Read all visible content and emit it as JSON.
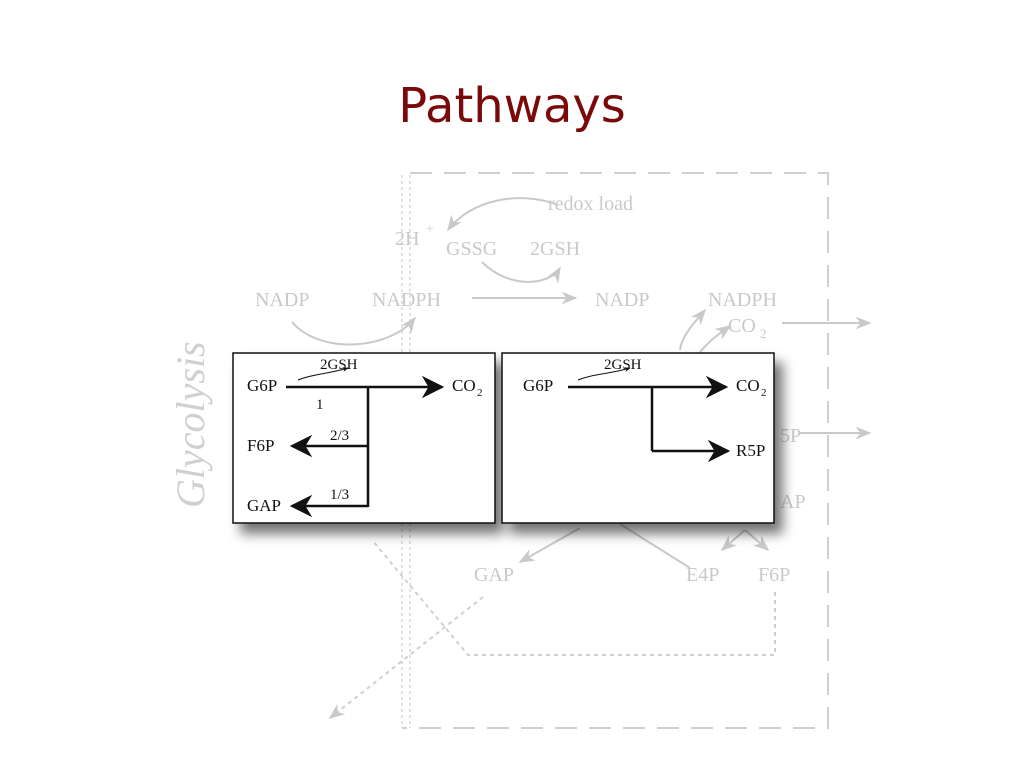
{
  "slide": {
    "title": "Pathways"
  },
  "background_diagram": {
    "side_label": "Glycolysis",
    "labels": {
      "redox_load": "redox  load",
      "h_plus": "2H",
      "h_plus_sup": "+",
      "gssg": "GSSG",
      "gsh": "2GSH",
      "nadp_left": "NADP",
      "nadph_left": "NADPH",
      "nadp_right": "NADP",
      "nadph_right": "NADPH",
      "co2": "CO",
      "co2_sub": "2",
      "r5p_partial": "5P",
      "ap_partial": "AP",
      "gap": "GAP",
      "e4p": "E4P",
      "f6p": "F6P"
    }
  },
  "panel_left": {
    "cofactor": "2GSH",
    "source": "G6P",
    "flux_label": "1",
    "product_top": "CO",
    "product_top_sub": "2",
    "branch_mid_fraction": "2/3",
    "branch_mid_product": "F6P",
    "branch_low_fraction": "1/3",
    "branch_low_product": "GAP"
  },
  "panel_right": {
    "cofactor": "2GSH",
    "source": "G6P",
    "product_top": "CO",
    "product_top_sub": "2",
    "branch_product": "R5P"
  }
}
